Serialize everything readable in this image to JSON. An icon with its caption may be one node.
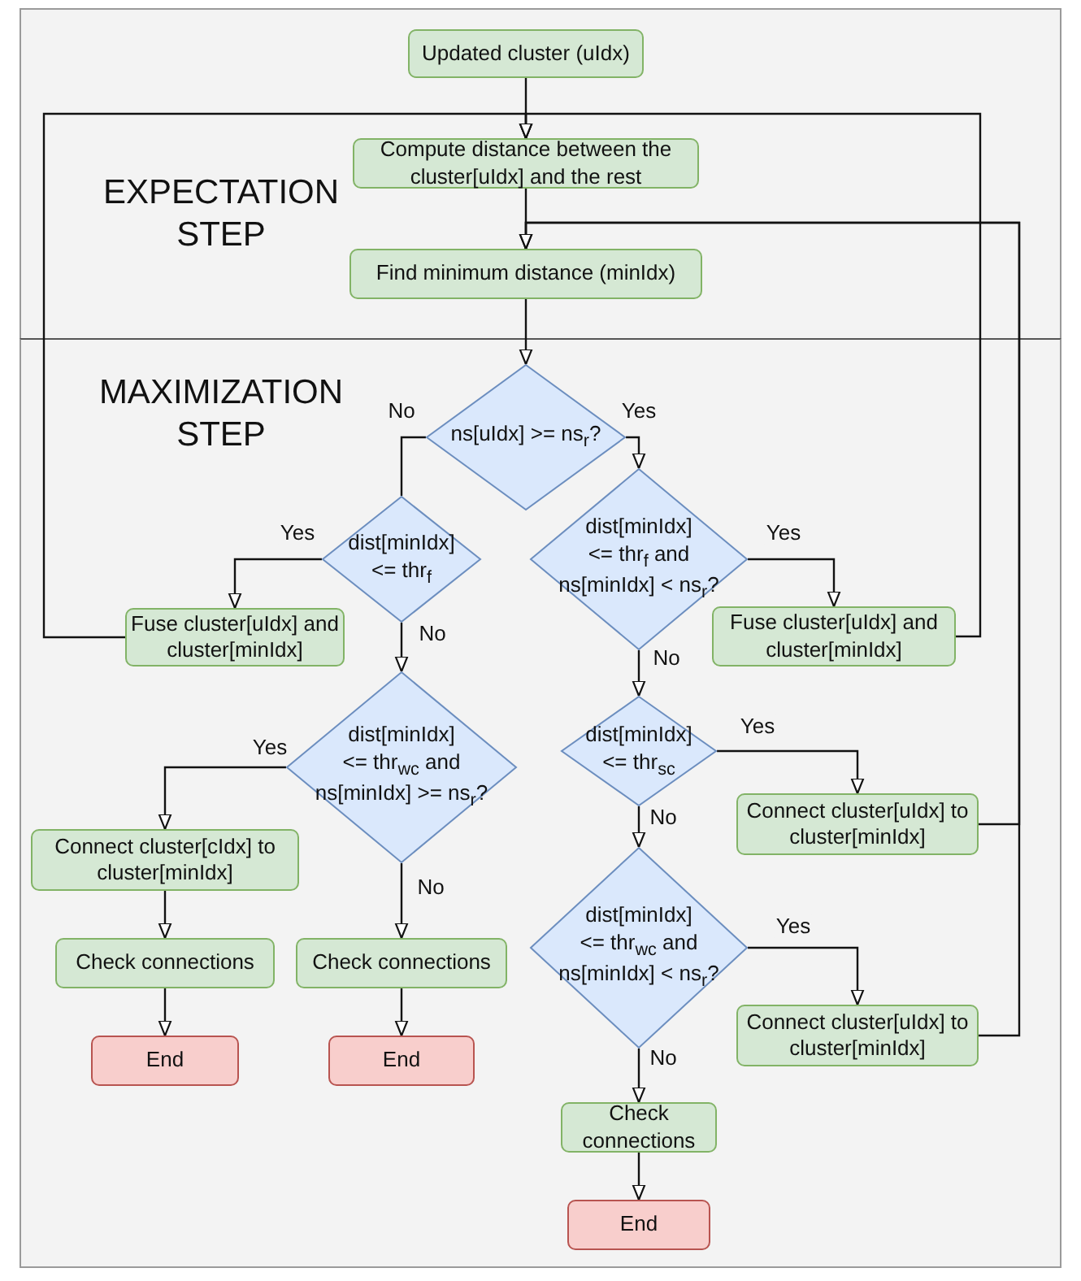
{
  "diagram": {
    "nodes": [
      {
        "text": [
          "EXPECTATION STEP"
        ]
      },
      {
        "text": [
          "MAXIMIZATION STEP"
        ]
      },
      {
        "text": [
          "Updated cluster (uIdx)"
        ],
        "in": 0
      },
      {
        "text": [
          "Compute distance between the cluster[uIdx] and the rest"
        ],
        "in": 0
      },
      {
        "text": [
          "Find minimum distance (minIdx)"
        ],
        "in": 0
      },
      {
        "text": [
          "ns[uIdx] >= ns$_{r}$?"
        ],
        "in": 1
      },
      {
        "text": [
          "dist[minIdx] <= thr$_{f}$"
        ],
        "in": 1
      },
      {
        "text": [
          "dist[minIdx] <= thr$_{f}$ and ns[minIdx] < ns$_{r}$?"
        ],
        "in": 1
      },
      {
        "text": [
          "Fuse cluster[uIdx] and cluster[minIdx]"
        ],
        "in": 1
      },
      {
        "text": [
          "Fuse cluster[uIdx] and cluster[minIdx]"
        ],
        "in": 1
      },
      {
        "text": [
          "dist[minIdx] <= thr$_{wc}$ and ns[minIdx] >= ns$_{r}$?"
        ],
        "in": 1
      },
      {
        "text": [
          "dist[minIdx] <= thr$_{sc}$"
        ],
        "in": 1
      },
      {
        "text": [
          "Connect cluster[cIdx] to cluster[minIdx]"
        ],
        "in": 1
      },
      {
        "text": [
          "Connect cluster[uIdx] to cluster[minIdx]"
        ],
        "in": 1
      },
      {
        "text": [
          "dist[minIdx] <= thr$_{wc}$ and ns[minIdx] < ns$_{r}$?"
        ],
        "in": 1
      },
      {
        "text": [
          "Check connections"
        ],
        "in": 1
      },
      {
        "text": [
          "Check connections"
        ],
        "in": 1
      },
      {
        "text": [
          "Connect cluster[uIdx] to cluster[minIdx]"
        ],
        "in": 1
      },
      {
        "text": [
          "End"
        ],
        "in": 1
      },
      {
        "text": [
          "End"
        ],
        "in": 1
      },
      {
        "text": [
          "Check connections"
        ],
        "in": 1
      },
      {
        "text": [
          "End"
        ],
        "in": 1
      }
    ],
    "edges": [
      {
        "from": 2,
        "to": 3,
        "arrow": "to"
      },
      {
        "from": 3,
        "to": 4,
        "arrow": "to"
      },
      {
        "from": 4,
        "to": 5,
        "arrow": "to"
      },
      {
        "from": 5,
        "to": 6,
        "label": "No",
        "arrow": "none"
      },
      {
        "from": 5,
        "to": 7,
        "label": "Yes",
        "arrow": "to"
      },
      {
        "from": 6,
        "to": 8,
        "label": "Yes",
        "arrow": "to"
      },
      {
        "from": 6,
        "to": 10,
        "label": "No",
        "arrow": "to"
      },
      {
        "from": 7,
        "to": 9,
        "label": "Yes",
        "arrow": "to"
      },
      {
        "from": 7,
        "to": 11,
        "label": "No",
        "arrow": "to"
      },
      {
        "from": 8,
        "to": 3,
        "arrow": "to"
      },
      {
        "from": 9,
        "to": 3,
        "arrow": "to"
      },
      {
        "from": 10,
        "to": 12,
        "label": "Yes",
        "arrow": "to"
      },
      {
        "from": 10,
        "to": 16,
        "label": "No",
        "arrow": "to"
      },
      {
        "from": 11,
        "to": 13,
        "label": "Yes",
        "arrow": "to"
      },
      {
        "from": 11,
        "to": 14,
        "label": "No",
        "arrow": "to"
      },
      {
        "from": 12,
        "to": 15,
        "arrow": "to"
      },
      {
        "from": 15,
        "to": 18,
        "arrow": "to"
      },
      {
        "from": 16,
        "to": 19,
        "arrow": "to"
      },
      {
        "from": 13,
        "to": 4,
        "arrow": "to"
      },
      {
        "from": 14,
        "to": 17,
        "label": "Yes",
        "arrow": "to"
      },
      {
        "from": 14,
        "to": 20,
        "label": "No",
        "arrow": "to"
      },
      {
        "from": 17,
        "to": 4,
        "arrow": "to"
      },
      {
        "from": 20,
        "to": 21,
        "arrow": "to"
      }
    ]
  }
}
